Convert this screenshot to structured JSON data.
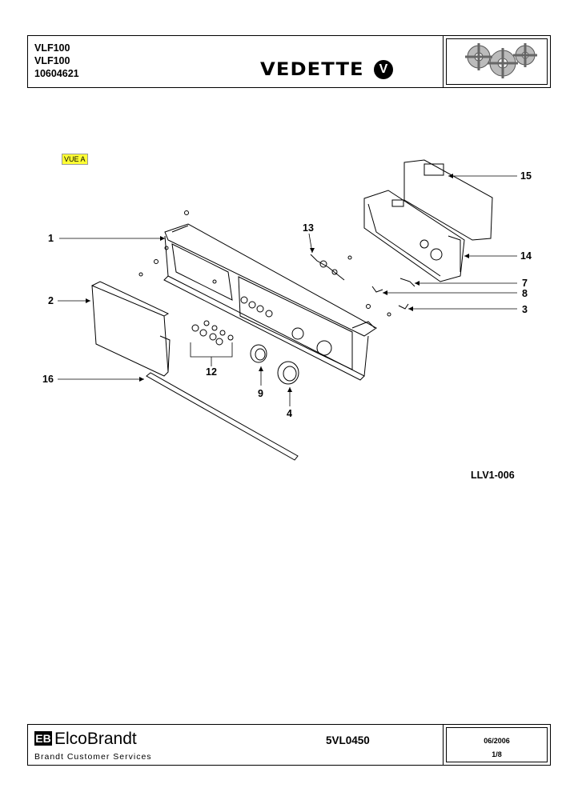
{
  "header": {
    "model_line1": "VLF100",
    "model_line2": "VLF100",
    "model_line3": "10604621",
    "brand": "VEDETTE",
    "brand_mark": "V"
  },
  "view_label": "VUE A",
  "callouts": {
    "c1": "1",
    "c2": "2",
    "c3": "3",
    "c4": "4",
    "c7": "7",
    "c8": "8",
    "c9": "9",
    "c12": "12",
    "c13": "13",
    "c14": "14",
    "c15": "15",
    "c16": "16"
  },
  "drawing_ref": "LLV1-006",
  "footer": {
    "logo_mark": "EB",
    "logo_text": "ElcoBrandt",
    "service": "Brandt Customer Services",
    "doc_code": "5VL0450",
    "date": "06/2006",
    "page": "1/8"
  },
  "colors": {
    "highlight": "#ffff33",
    "ink": "#000000"
  }
}
